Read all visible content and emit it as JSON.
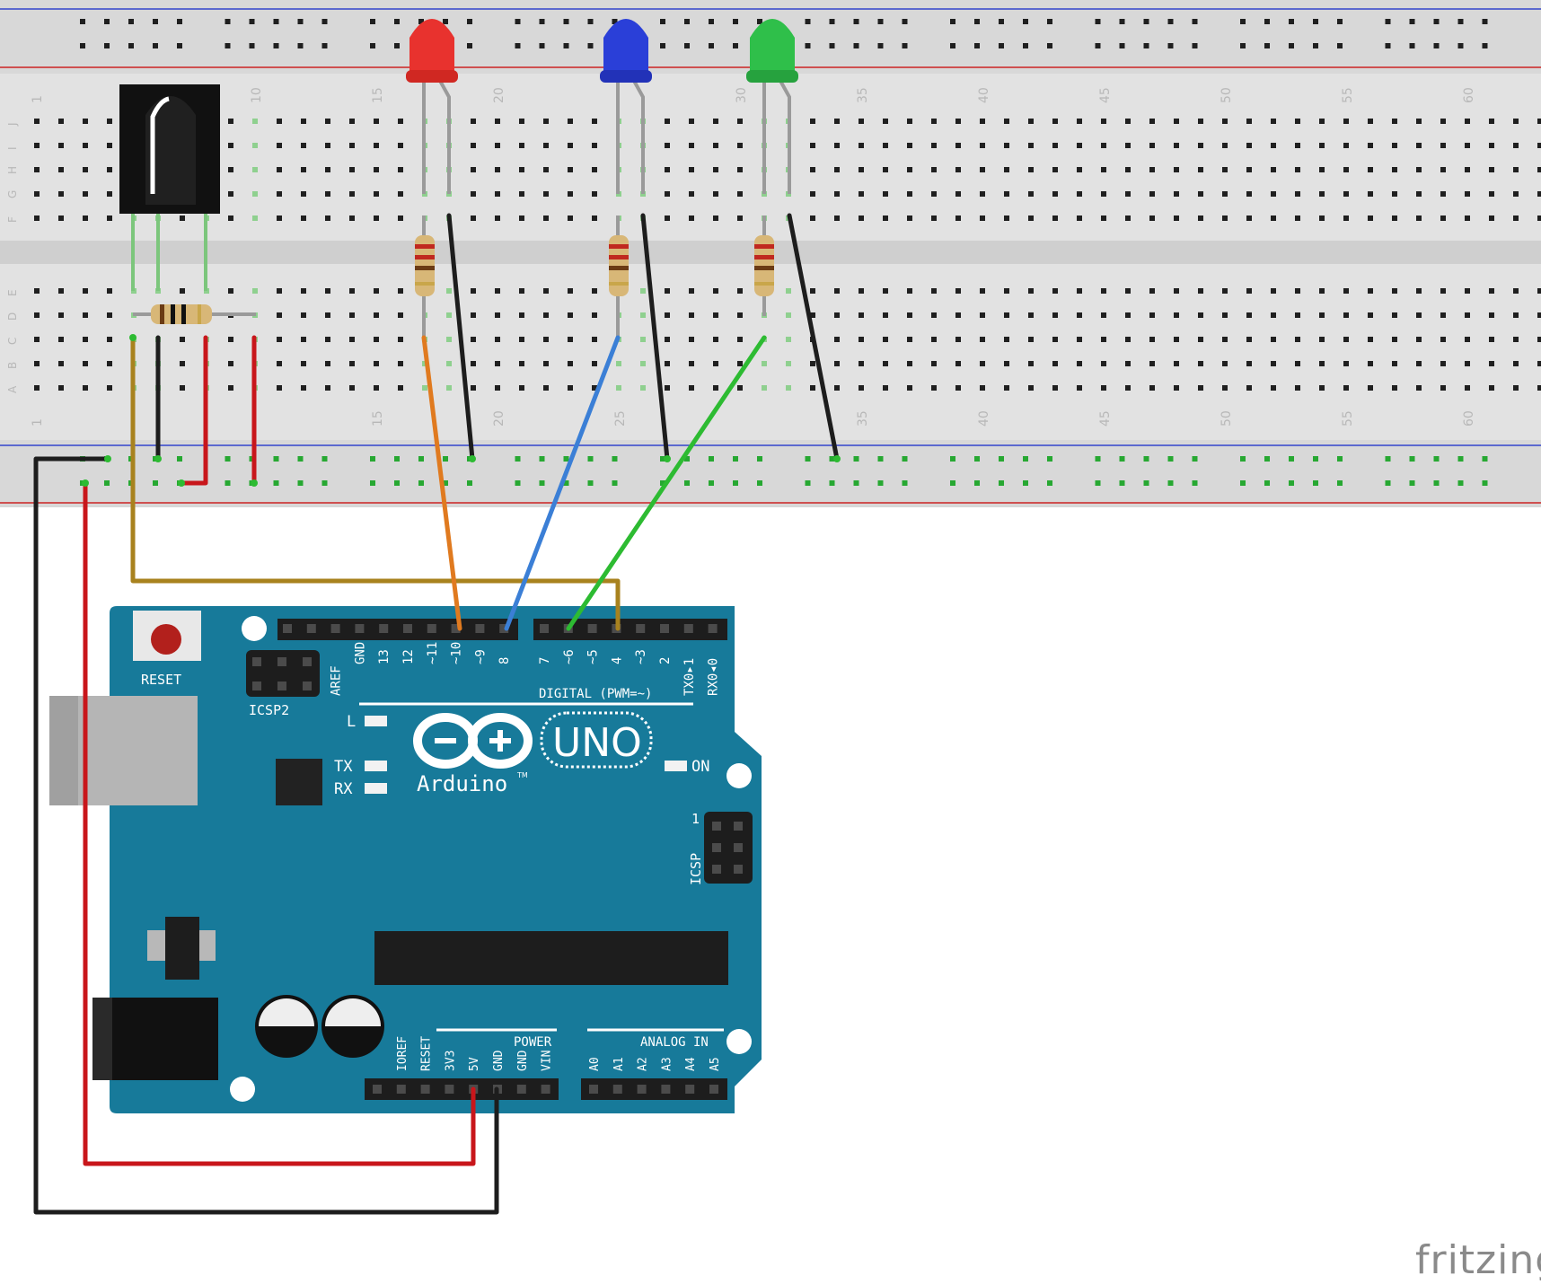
{
  "breadboard": {
    "column_numbers": [
      "1",
      "10",
      "15",
      "20",
      "25",
      "30",
      "35",
      "40",
      "45",
      "50",
      "55",
      "60"
    ],
    "top_row_letters": [
      "J",
      "I",
      "H",
      "G",
      "F"
    ],
    "bottom_row_letters": [
      "E",
      "D",
      "C",
      "B",
      "A"
    ]
  },
  "leds": [
    {
      "color_name": "red",
      "color": "#e8322e"
    },
    {
      "color_name": "blue",
      "color": "#2a3fd8"
    },
    {
      "color_name": "green",
      "color": "#2fbf4a"
    }
  ],
  "wire_colors": {
    "orange": "#e07a1f",
    "blue": "#3b7fd6",
    "green": "#2dbb32",
    "black": "#1d1d1d",
    "red": "#c8161b",
    "brown": "#a8821e"
  },
  "arduino": {
    "board_color": "#177a9a",
    "reset_label": "RESET",
    "icsp2_label": "ICSP2",
    "icsp_label": "ICSP",
    "icsp_pin1": "1",
    "digital_header_label": "DIGITAL (PWM=~)",
    "digital_pins": [
      "AREF",
      "GND",
      "13",
      "12",
      "~11",
      "~10",
      "~9",
      "8",
      "7",
      "~6",
      "~5",
      "4",
      "~3",
      "2",
      "TX0▸1",
      "RX0◂0"
    ],
    "led_l": "L",
    "led_tx": "TX",
    "led_rx": "RX",
    "led_on": "ON",
    "logo_text": "Arduino",
    "tm": "TM",
    "uno_text": "UNO",
    "power_label": "POWER",
    "power_pins": [
      "IOREF",
      "RESET",
      "3V3",
      "5V",
      "GND",
      "GND",
      "VIN"
    ],
    "analog_label": "ANALOG IN",
    "analog_pins": [
      "A0",
      "A1",
      "A2",
      "A3",
      "A4",
      "A5"
    ]
  },
  "watermark": "fritzing"
}
